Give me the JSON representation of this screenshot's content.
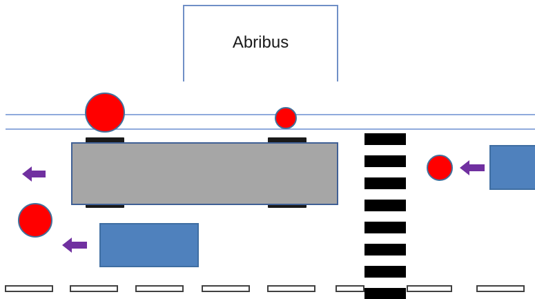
{
  "shelter": {
    "label": "Abribus"
  },
  "colors": {
    "shelter_outline": "#6f8fc6",
    "sidewalk_line": "#8faadc",
    "bus_fill": "#a6a6a6",
    "bus_outline": "#3f5f95",
    "wheel": "#1a1a1a",
    "pedestrian_fill": "#ff0000",
    "pedestrian_outline": "#41719c",
    "car_fill": "#4f81bd",
    "car_outline": "#3f6ea2",
    "arrow": "#7030a0",
    "crosswalk": "#000000",
    "lane_marking_fill": "#ffffff",
    "lane_marking_outline": "#404040",
    "background": "#ffffff"
  },
  "icons": {
    "direction_arrow": "left-arrow-icon",
    "pedestrian": "red-circle",
    "vehicle": "rectangle"
  }
}
